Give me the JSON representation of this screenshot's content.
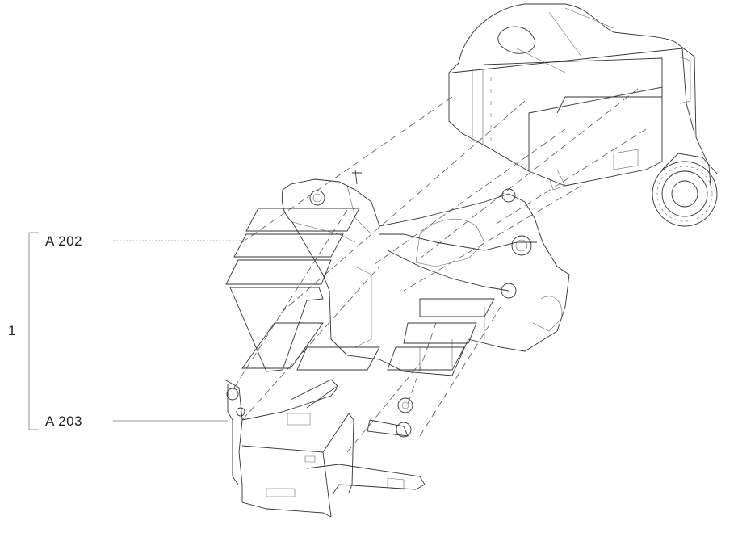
{
  "callouts": {
    "assembly_number": "1",
    "part_a": "A 202",
    "part_b": "A 203"
  }
}
